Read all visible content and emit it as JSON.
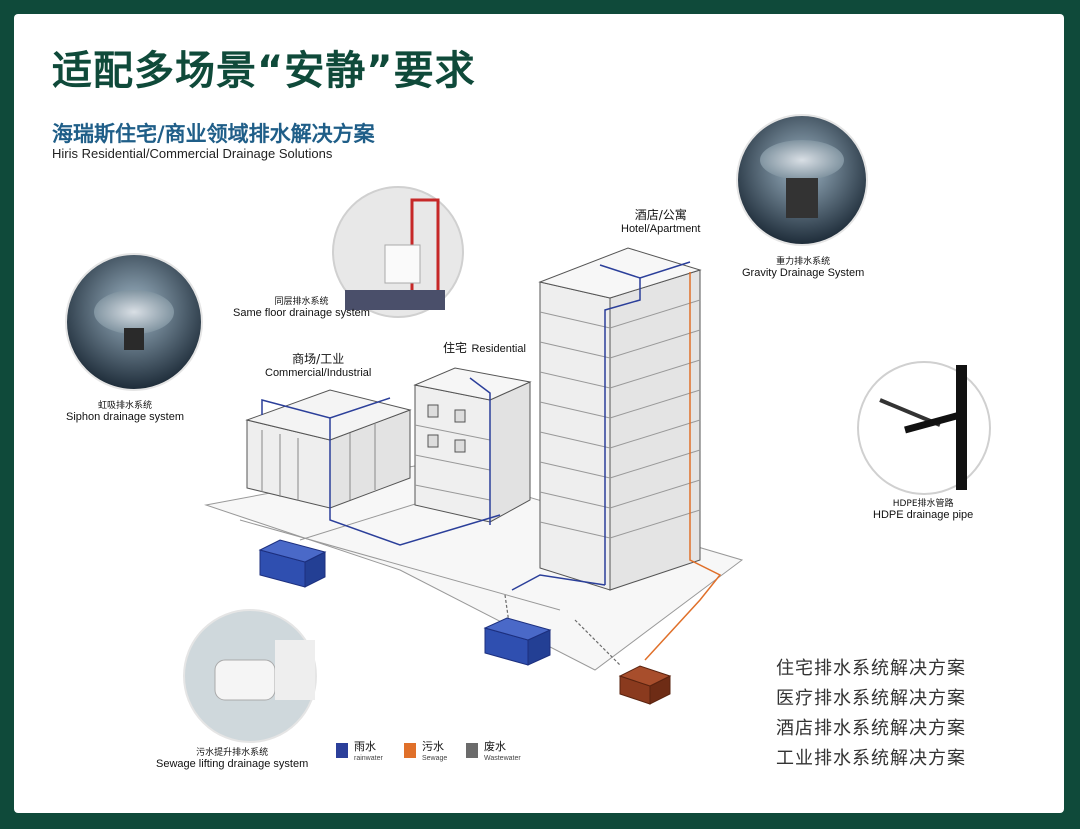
{
  "title": "适配多场景“安静”要求",
  "subtitle": {
    "cn": "海瑞斯住宅/商业领域排水解决方案",
    "en": "Hiris Residential/Commercial Drainage Solutions"
  },
  "products": {
    "same_floor": {
      "cn": "同层排水系统",
      "en": "Same floor drainage system"
    },
    "gravity": {
      "cn": "重力排水系统",
      "en": "Gravity Drainage System"
    },
    "siphon": {
      "cn": "虹吸排水系统",
      "en": "Siphon drainage system"
    },
    "hdpe": {
      "cn": "HDPE排水管路",
      "en": "HDPE drainage pipe"
    },
    "sewage_lift": {
      "cn": "污水提升排水系统",
      "en": "Sewage lifting drainage system"
    }
  },
  "buildings": {
    "hotel": {
      "cn": "酒店/公寓",
      "en": "Hotel/Apartment"
    },
    "residential": {
      "cn": "住宅",
      "en": "Residential"
    },
    "commercial": {
      "cn": "商场/工业",
      "en": "Commercial/Industrial"
    }
  },
  "legend": [
    {
      "cn": "雨水",
      "en": "rainwater",
      "color": "#2b3f9a"
    },
    {
      "cn": "污水",
      "en": "Sewage",
      "color": "#e0702a"
    },
    {
      "cn": "废水",
      "en": "Wastewater",
      "color": "#6b6b6b"
    }
  ],
  "solutions": [
    "住宅排水系统解决方案",
    "医疗排水系统解决方案",
    "酒店排水系统解决方案",
    "工业排水系统解决方案"
  ],
  "colors": {
    "frame": "#0f4a3a",
    "subtitle": "#1f5e88",
    "rainwater": "#2b3f9a",
    "sewage": "#e0702a",
    "wastewater": "#6b6b6b",
    "tank_blue": "#2f4fb0",
    "tank_brown": "#8a3a1e"
  }
}
